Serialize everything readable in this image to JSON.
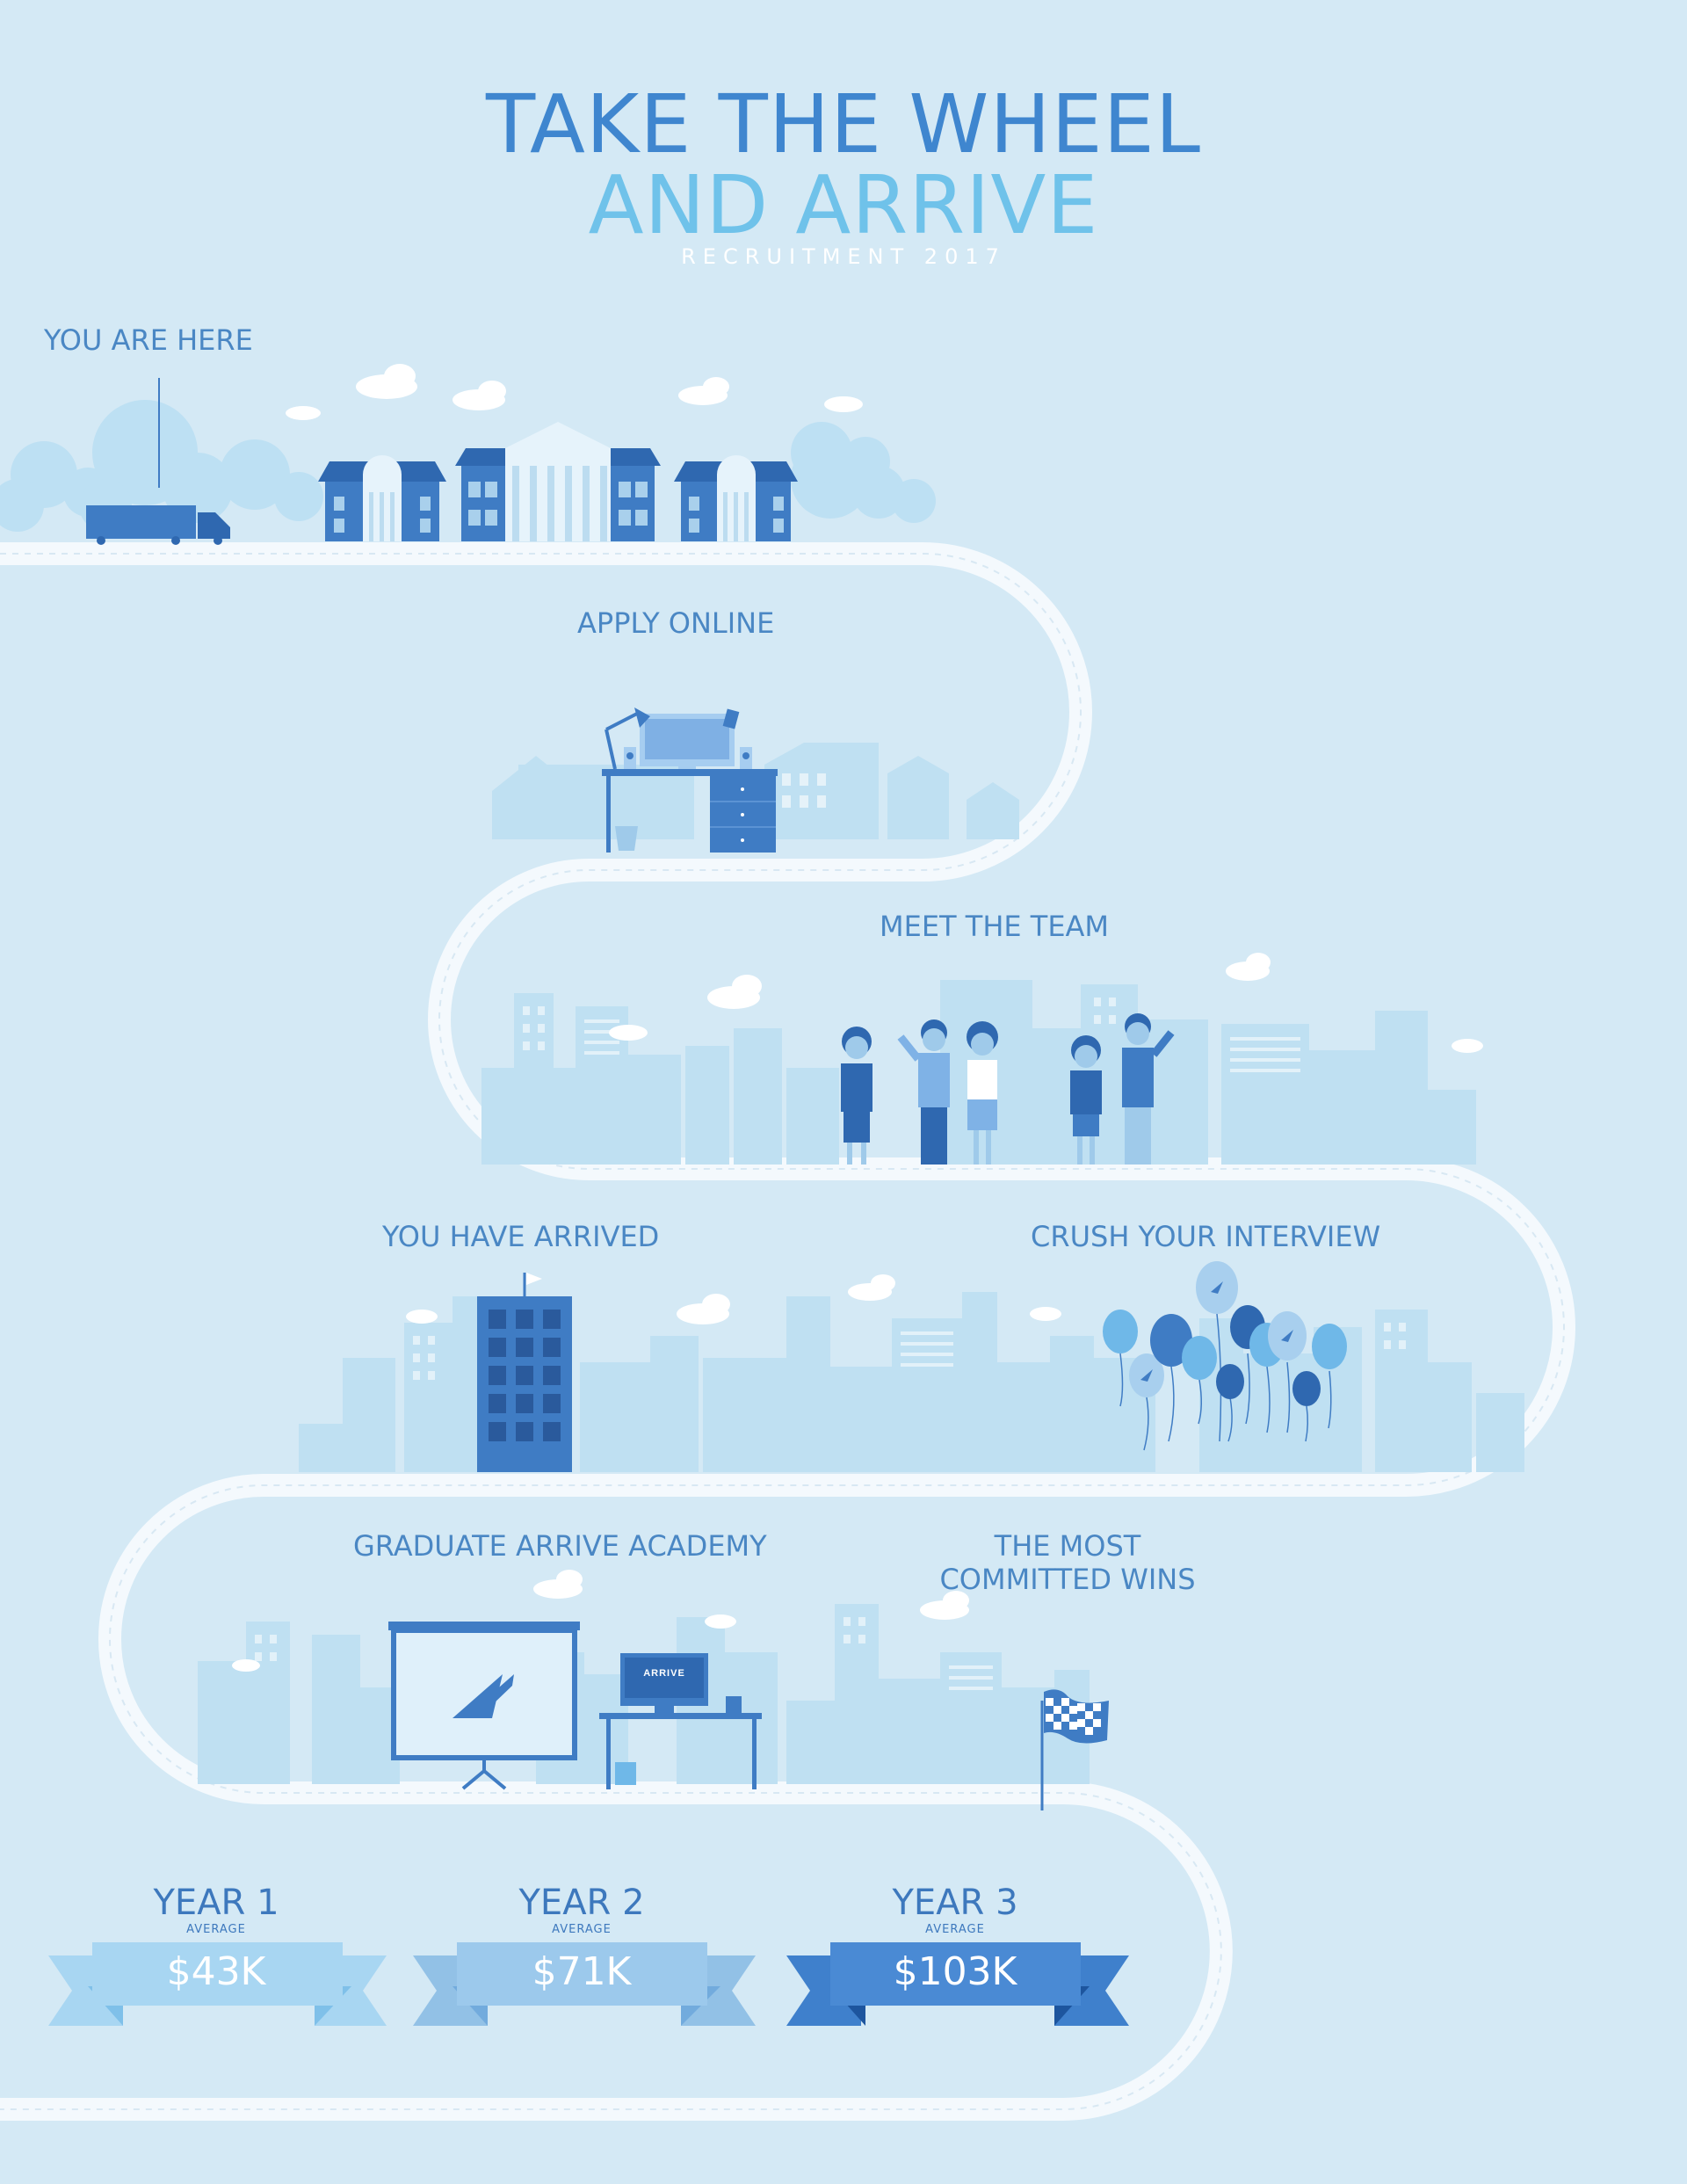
{
  "header": {
    "title_line1": "TAKE THE WHEEL",
    "title_line2": "AND ARRIVE",
    "subtitle": "RECRUITMENT 2017"
  },
  "steps": {
    "you_are_here": "YOU ARE HERE",
    "apply_online": "APPLY ONLINE",
    "meet_team": "MEET THE TEAM",
    "you_have_arrived": "YOU HAVE ARRIVED",
    "crush_interview": "CRUSH YOUR INTERVIEW",
    "graduate": "GRADUATE ARRIVE ACADEMY",
    "committed_line1": "THE MOST",
    "committed_line2": "COMMITTED WINS"
  },
  "brand": {
    "logo_text": "ARRIVE"
  },
  "salaries": [
    {
      "year": "YEAR 1",
      "caption": "AVERAGE",
      "amount": "$43K"
    },
    {
      "year": "YEAR 2",
      "caption": "AVERAGE",
      "amount": "$71K"
    },
    {
      "year": "YEAR 3",
      "caption": "AVERAGE",
      "amount": "$103K"
    }
  ],
  "colors": {
    "background": "#d4e9f5",
    "road": "#f4f9fd",
    "dark_blue": "#3f7cc4",
    "mid_blue": "#a3cdea",
    "light_blue": "#bfe0f2",
    "title_blue": "#3f86cf",
    "title_light": "#6fc2ea",
    "ribbon_1": "#a8d6f2",
    "ribbon_2": "#92c1e6",
    "ribbon_3": "#3f80cc"
  }
}
